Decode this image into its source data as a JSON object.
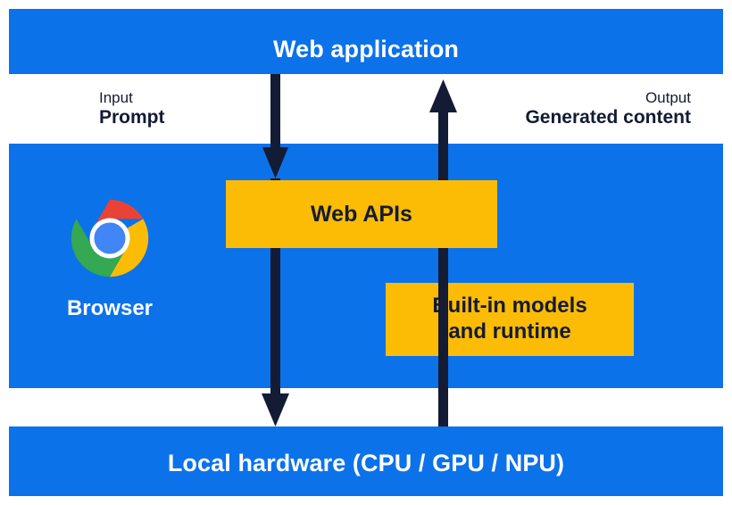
{
  "diagram": {
    "title": "Web application",
    "layers": {
      "web_application": {
        "label": "Web application"
      },
      "browser": {
        "caption": "Browser",
        "logo_name": "chrome-logo",
        "boxes": {
          "web_apis": "Web APIs",
          "built_in_models_line1": "Built-in models",
          "built_in_models_line2": "and runtime"
        }
      },
      "local_hardware": {
        "label": "Local hardware (CPU / GPU / NPU)"
      }
    },
    "flows": {
      "input": {
        "kicker": "Input",
        "value": "Prompt",
        "direction": "down"
      },
      "output": {
        "kicker": "Output",
        "value": "Generated content",
        "direction": "up"
      }
    },
    "colors": {
      "band_blue": "#0b72ea",
      "box_yellow": "#fcbc05",
      "arrow_dark": "#141b34",
      "text_on_blue": "#ffffff",
      "text_dark": "#141b34",
      "chrome_red": "#ea4335",
      "chrome_yellow": "#fbbc05",
      "chrome_green": "#34a853",
      "chrome_blue": "#4285f4",
      "page_background": "#ffffff"
    }
  }
}
